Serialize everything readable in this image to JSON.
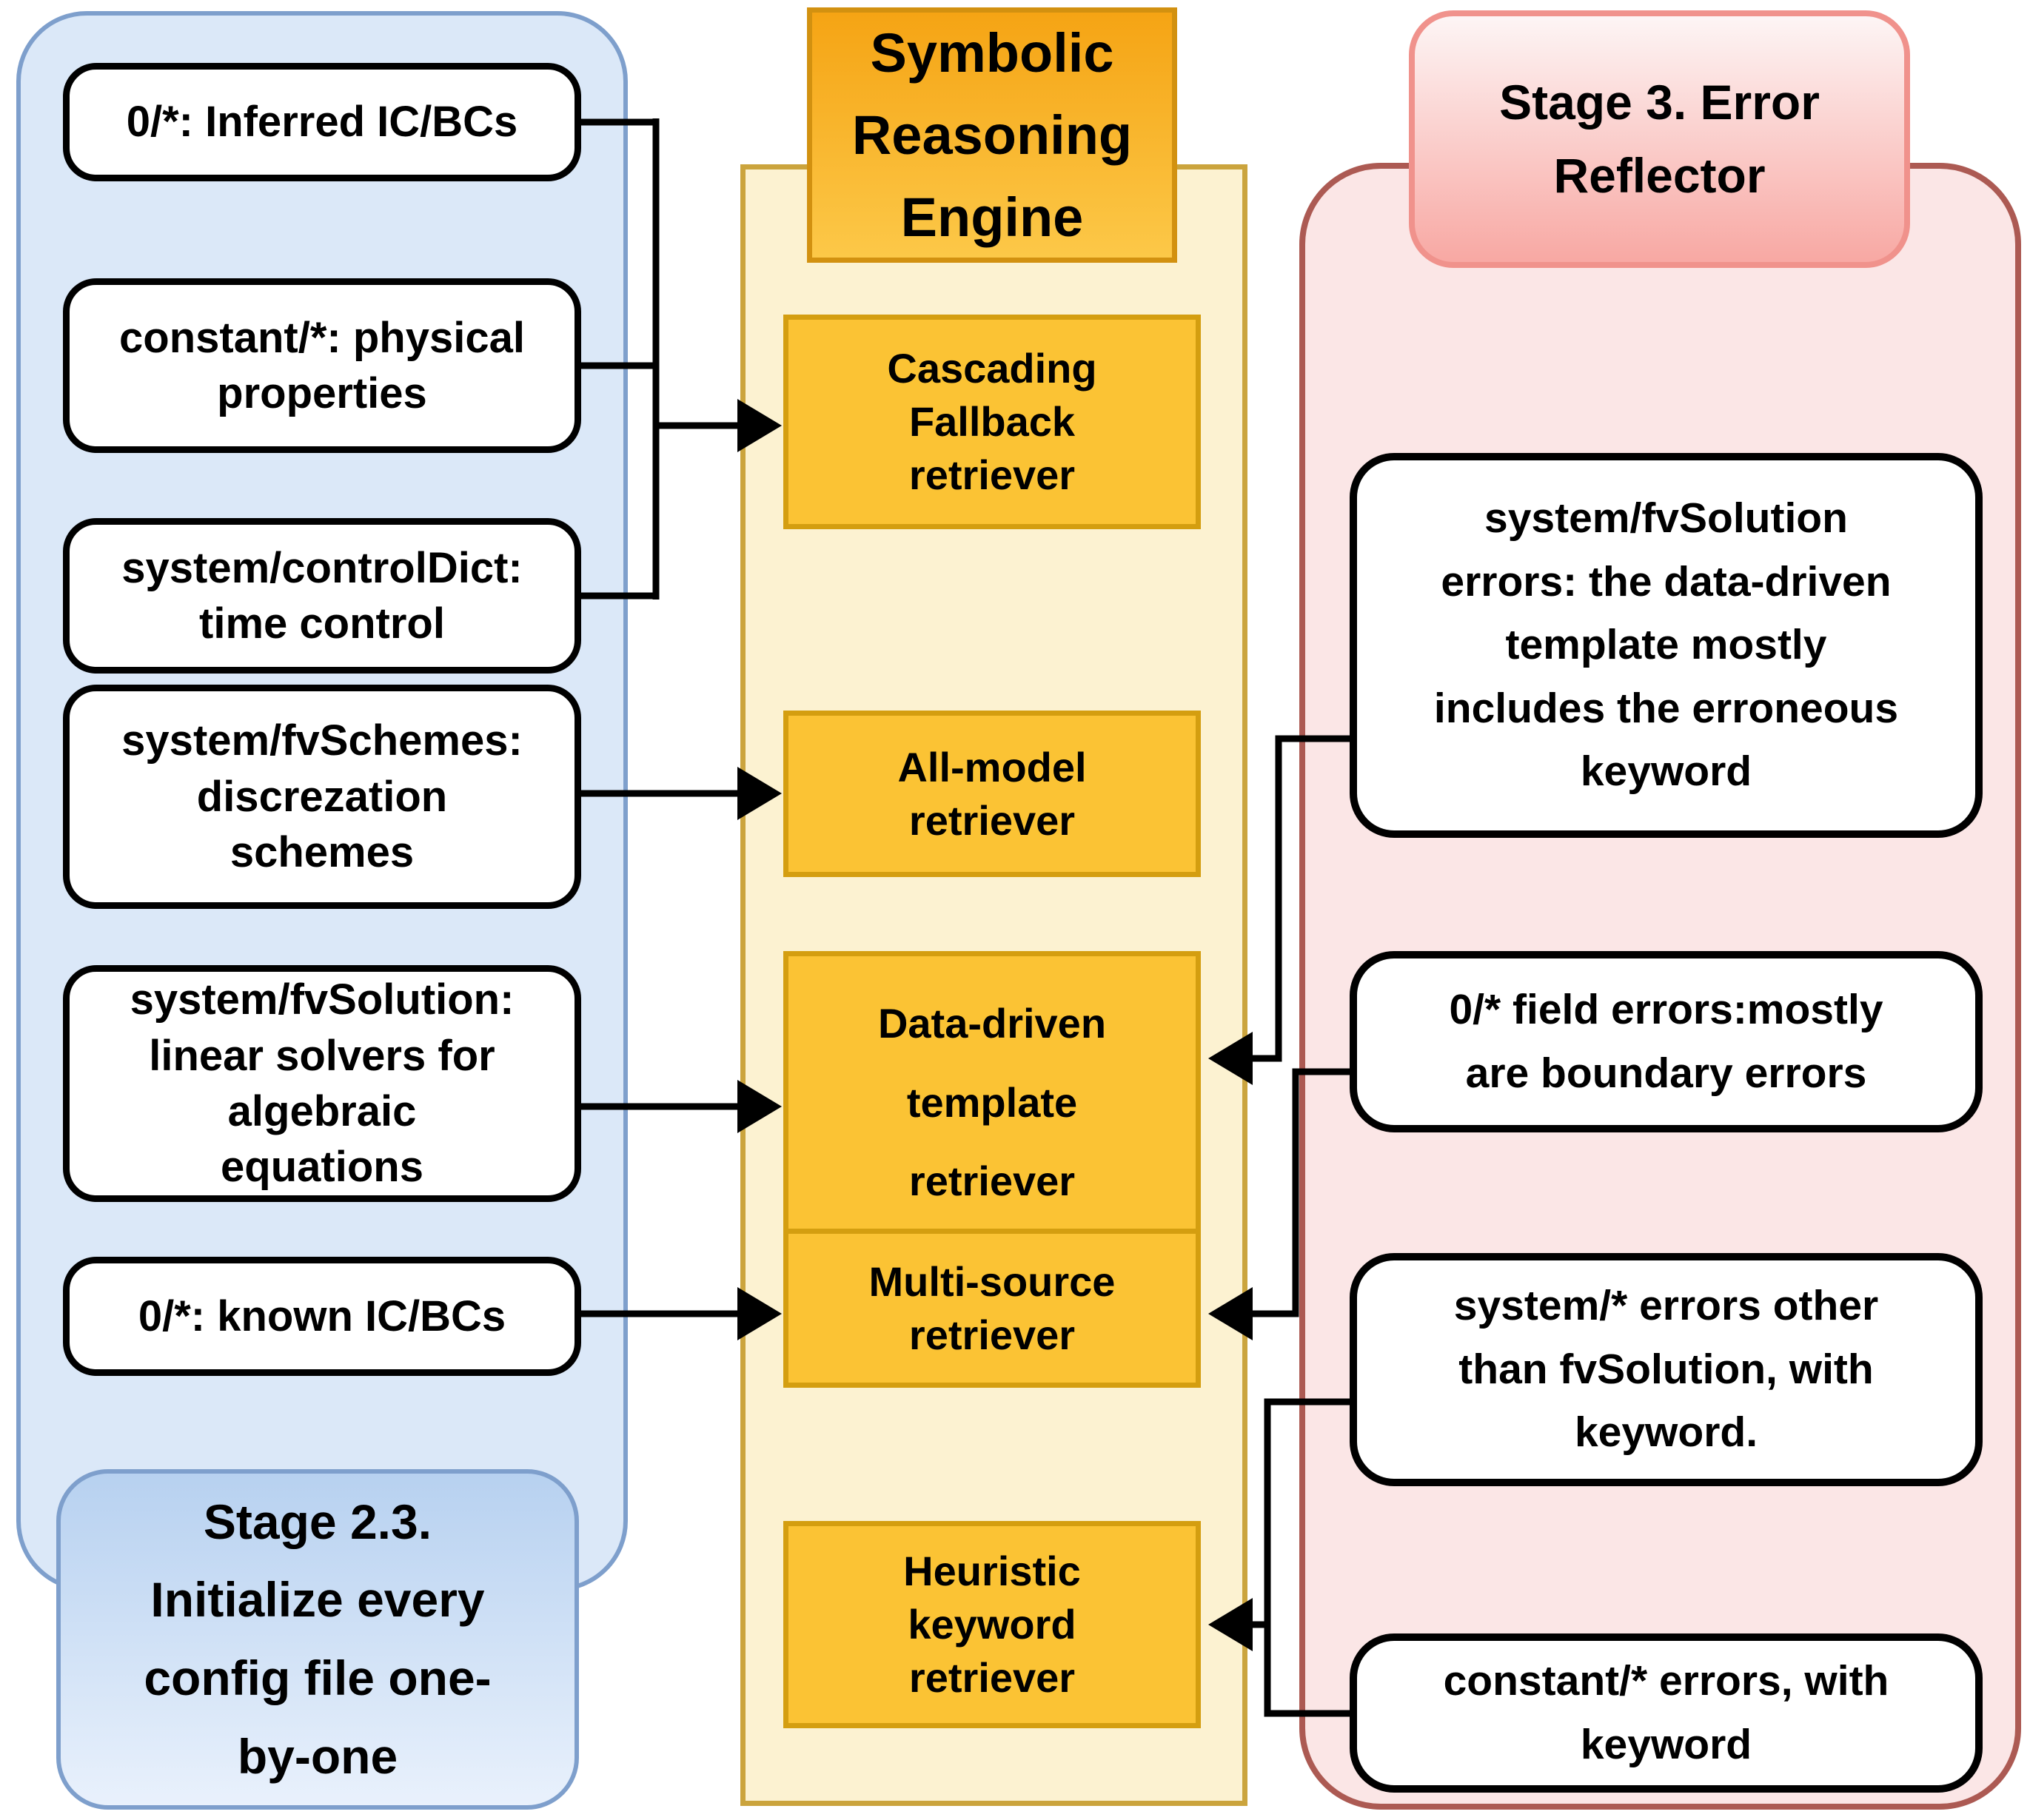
{
  "colors": {
    "blue_panel_fill": "#DBE8F8",
    "blue_panel_border": "#7E9FCC",
    "stage_gradient_top": "#B7D1F0",
    "stage_gradient_bottom": "#E9F1FC",
    "yellow_panel_fill": "#FCF2D1",
    "yellow_panel_border": "#CBA43D",
    "engine_gradient_top": "#F5A414",
    "engine_gradient_bottom": "#FCC848",
    "engine_border": "#D29110",
    "retriever_fill": "#FBC334",
    "retriever_border": "#D49E10",
    "pink_panel_fill": "#FBE6E6",
    "pink_panel_border": "#AC5A53",
    "reflector_gradient_top": "#FDF5F5",
    "reflector_gradient_bottom": "#F8A8A3",
    "reflector_border": "#F0928C",
    "connector": "#000000"
  },
  "left_panel": {
    "stage_label": "Stage 2.3.\nInitialize every\nconfig file one-\nby-one",
    "boxes": [
      {
        "label": "0/*: Inferred IC/BCs"
      },
      {
        "label": "constant/*: physical\nproperties"
      },
      {
        "label": "system/controlDict:\ntime control"
      },
      {
        "label": "system/fvSchemes:\ndiscrezation\nschemes"
      },
      {
        "label": "system/fvSolution:\nlinear solvers for\nalgebraic\nequations"
      },
      {
        "label": "0/*: known IC/BCs"
      }
    ]
  },
  "engine_panel": {
    "title": "Symbolic\nReasoning\nEngine",
    "retrievers": [
      {
        "label": "Cascading\nFallback\nretriever"
      },
      {
        "label": "All-model\nretriever"
      },
      {
        "label": "Data-driven\ntemplate\nretriever"
      },
      {
        "label": "Multi-source\nretriever"
      },
      {
        "label": "Heuristic\nkeyword\nretriever"
      }
    ]
  },
  "reflector_panel": {
    "title": "Stage 3. Error\nReflector",
    "boxes": [
      {
        "label": "system/fvSolution\nerrors: the data-driven\ntemplate mostly\nincludes the erroneous\nkeyword"
      },
      {
        "label": "0/* field errors:mostly\nare boundary errors"
      },
      {
        "label": "system/* errors other\nthan fvSolution, with\nkeyword."
      },
      {
        "label": "constant/* errors, with\nkeyword"
      }
    ]
  }
}
